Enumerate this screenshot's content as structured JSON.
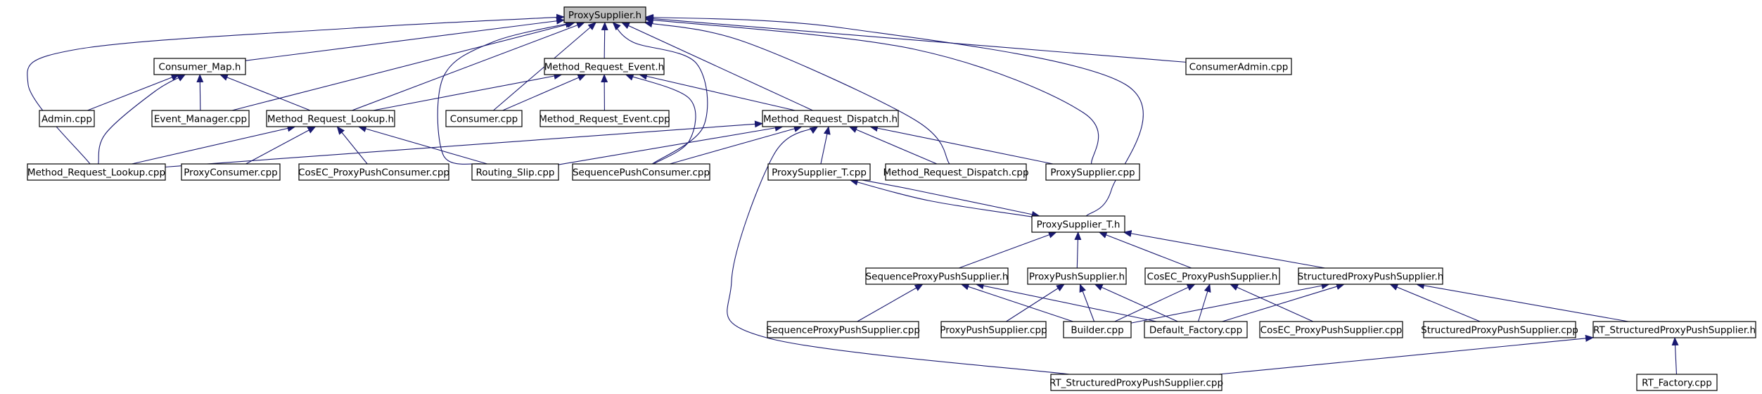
{
  "diagram": {
    "title": "",
    "edge_color": "#191970",
    "root_fill": "#bfbfbf",
    "nodes": [
      {
        "id": "proxysupplier_h",
        "label": "ProxySupplier.h",
        "root": true
      },
      {
        "id": "consumer_map_h",
        "label": "Consumer_Map.h"
      },
      {
        "id": "method_request_event_h",
        "label": "Method_Request_Event.h"
      },
      {
        "id": "consumeradmin_cpp",
        "label": "ConsumerAdmin.cpp"
      },
      {
        "id": "admin_cpp",
        "label": "Admin.cpp"
      },
      {
        "id": "event_manager_cpp",
        "label": "Event_Manager.cpp"
      },
      {
        "id": "method_request_lookup_h",
        "label": "Method_Request_Lookup.h"
      },
      {
        "id": "consumer_cpp",
        "label": "Consumer.cpp"
      },
      {
        "id": "method_request_event_cpp",
        "label": "Method_Request_Event.cpp"
      },
      {
        "id": "method_request_dispatch_h",
        "label": "Method_Request_Dispatch.h"
      },
      {
        "id": "method_request_lookup_cpp",
        "label": "Method_Request_Lookup.cpp"
      },
      {
        "id": "proxyconsumer_cpp",
        "label": "ProxyConsumer.cpp"
      },
      {
        "id": "cosec_proxypushconsumer_cpp",
        "label": "CosEC_ProxyPushConsumer.cpp"
      },
      {
        "id": "routing_slip_cpp",
        "label": "Routing_Slip.cpp"
      },
      {
        "id": "sequencepushconsumer_cpp",
        "label": "SequencePushConsumer.cpp"
      },
      {
        "id": "proxysupplier_t_cpp",
        "label": "ProxySupplier_T.cpp"
      },
      {
        "id": "method_request_dispatch_cpp",
        "label": "Method_Request_Dispatch.cpp"
      },
      {
        "id": "proxysupplier_cpp",
        "label": "ProxySupplier.cpp"
      },
      {
        "id": "proxysupplier_t_h",
        "label": "ProxySupplier_T.h"
      },
      {
        "id": "sequenceproxypushsupplier_h",
        "label": "SequenceProxyPushSupplier.h"
      },
      {
        "id": "proxypushsupplier_h",
        "label": "ProxyPushSupplier.h"
      },
      {
        "id": "cosec_proxypushsupplier_h",
        "label": "CosEC_ProxyPushSupplier.h"
      },
      {
        "id": "structuredproxypushsupplier_h",
        "label": "StructuredProxyPushSupplier.h"
      },
      {
        "id": "sequenceproxypushsupplier_cpp",
        "label": "SequenceProxyPushSupplier.cpp"
      },
      {
        "id": "proxypushsupplier_cpp",
        "label": "ProxyPushSupplier.cpp"
      },
      {
        "id": "builder_cpp",
        "label": "Builder.cpp"
      },
      {
        "id": "default_factory_cpp",
        "label": "Default_Factory.cpp"
      },
      {
        "id": "cosec_proxypushsupplier_cpp",
        "label": "CosEC_ProxyPushSupplier.cpp"
      },
      {
        "id": "structuredproxypushsupplier_cpp",
        "label": "StructuredProxyPushSupplier.cpp"
      },
      {
        "id": "rt_structuredproxypushsupplier_h",
        "label": "RT_StructuredProxyPushSupplier.h"
      },
      {
        "id": "rt_structuredproxypushsupplier_cpp",
        "label": "RT_StructuredProxyPushSupplier.cpp"
      },
      {
        "id": "rt_factory_cpp",
        "label": "RT_Factory.cpp"
      }
    ],
    "edges": [
      {
        "from": "consumer_map_h",
        "to": "proxysupplier_h"
      },
      {
        "from": "method_request_event_h",
        "to": "proxysupplier_h"
      },
      {
        "from": "consumeradmin_cpp",
        "to": "proxysupplier_h"
      },
      {
        "from": "event_manager_cpp",
        "to": "proxysupplier_h"
      },
      {
        "from": "method_request_lookup_h",
        "to": "proxysupplier_h"
      },
      {
        "from": "consumer_cpp",
        "to": "proxysupplier_h"
      },
      {
        "from": "method_request_dispatch_h",
        "to": "proxysupplier_h"
      },
      {
        "from": "method_request_lookup_cpp",
        "to": "proxysupplier_h"
      },
      {
        "from": "routing_slip_cpp",
        "to": "proxysupplier_h"
      },
      {
        "from": "sequencepushconsumer_cpp",
        "to": "proxysupplier_h"
      },
      {
        "from": "method_request_dispatch_cpp",
        "to": "proxysupplier_h"
      },
      {
        "from": "proxysupplier_cpp",
        "to": "proxysupplier_h"
      },
      {
        "from": "proxysupplier_t_h",
        "to": "proxysupplier_h"
      },
      {
        "from": "admin_cpp",
        "to": "consumer_map_h"
      },
      {
        "from": "event_manager_cpp",
        "to": "consumer_map_h"
      },
      {
        "from": "method_request_lookup_h",
        "to": "consumer_map_h"
      },
      {
        "from": "method_request_lookup_cpp",
        "to": "consumer_map_h"
      },
      {
        "from": "method_request_lookup_h",
        "to": "method_request_event_h"
      },
      {
        "from": "consumer_cpp",
        "to": "method_request_event_h"
      },
      {
        "from": "method_request_event_cpp",
        "to": "method_request_event_h"
      },
      {
        "from": "method_request_dispatch_h",
        "to": "method_request_event_h"
      },
      {
        "from": "sequencepushconsumer_cpp",
        "to": "method_request_event_h"
      },
      {
        "from": "method_request_lookup_cpp",
        "to": "method_request_lookup_h"
      },
      {
        "from": "proxyconsumer_cpp",
        "to": "method_request_lookup_h"
      },
      {
        "from": "cosec_proxypushconsumer_cpp",
        "to": "method_request_lookup_h"
      },
      {
        "from": "routing_slip_cpp",
        "to": "method_request_lookup_h"
      },
      {
        "from": "method_request_lookup_cpp",
        "to": "method_request_dispatch_h"
      },
      {
        "from": "routing_slip_cpp",
        "to": "method_request_dispatch_h"
      },
      {
        "from": "sequencepushconsumer_cpp",
        "to": "method_request_dispatch_h"
      },
      {
        "from": "proxysupplier_t_cpp",
        "to": "method_request_dispatch_h"
      },
      {
        "from": "method_request_dispatch_cpp",
        "to": "method_request_dispatch_h"
      },
      {
        "from": "proxysupplier_cpp",
        "to": "method_request_dispatch_h"
      },
      {
        "from": "rt_structuredproxypushsupplier_cpp",
        "to": "method_request_dispatch_h"
      },
      {
        "from": "proxysupplier_t_cpp",
        "to": "proxysupplier_t_h"
      },
      {
        "from": "proxysupplier_t_h",
        "to": "proxysupplier_t_cpp"
      },
      {
        "from": "sequenceproxypushsupplier_h",
        "to": "proxysupplier_t_h"
      },
      {
        "from": "proxypushsupplier_h",
        "to": "proxysupplier_t_h"
      },
      {
        "from": "cosec_proxypushsupplier_h",
        "to": "proxysupplier_t_h"
      },
      {
        "from": "structuredproxypushsupplier_h",
        "to": "proxysupplier_t_h"
      },
      {
        "from": "sequenceproxypushsupplier_cpp",
        "to": "sequenceproxypushsupplier_h"
      },
      {
        "from": "builder_cpp",
        "to": "sequenceproxypushsupplier_h"
      },
      {
        "from": "default_factory_cpp",
        "to": "sequenceproxypushsupplier_h"
      },
      {
        "from": "proxypushsupplier_cpp",
        "to": "proxypushsupplier_h"
      },
      {
        "from": "builder_cpp",
        "to": "proxypushsupplier_h"
      },
      {
        "from": "default_factory_cpp",
        "to": "proxypushsupplier_h"
      },
      {
        "from": "builder_cpp",
        "to": "cosec_proxypushsupplier_h"
      },
      {
        "from": "default_factory_cpp",
        "to": "cosec_proxypushsupplier_h"
      },
      {
        "from": "cosec_proxypushsupplier_cpp",
        "to": "cosec_proxypushsupplier_h"
      },
      {
        "from": "builder_cpp",
        "to": "structuredproxypushsupplier_h"
      },
      {
        "from": "default_factory_cpp",
        "to": "structuredproxypushsupplier_h"
      },
      {
        "from": "structuredproxypushsupplier_cpp",
        "to": "structuredproxypushsupplier_h"
      },
      {
        "from": "rt_structuredproxypushsupplier_h",
        "to": "structuredproxypushsupplier_h"
      },
      {
        "from": "rt_structuredproxypushsupplier_cpp",
        "to": "rt_structuredproxypushsupplier_h"
      },
      {
        "from": "rt_factory_cpp",
        "to": "rt_structuredproxypushsupplier_h"
      }
    ]
  }
}
